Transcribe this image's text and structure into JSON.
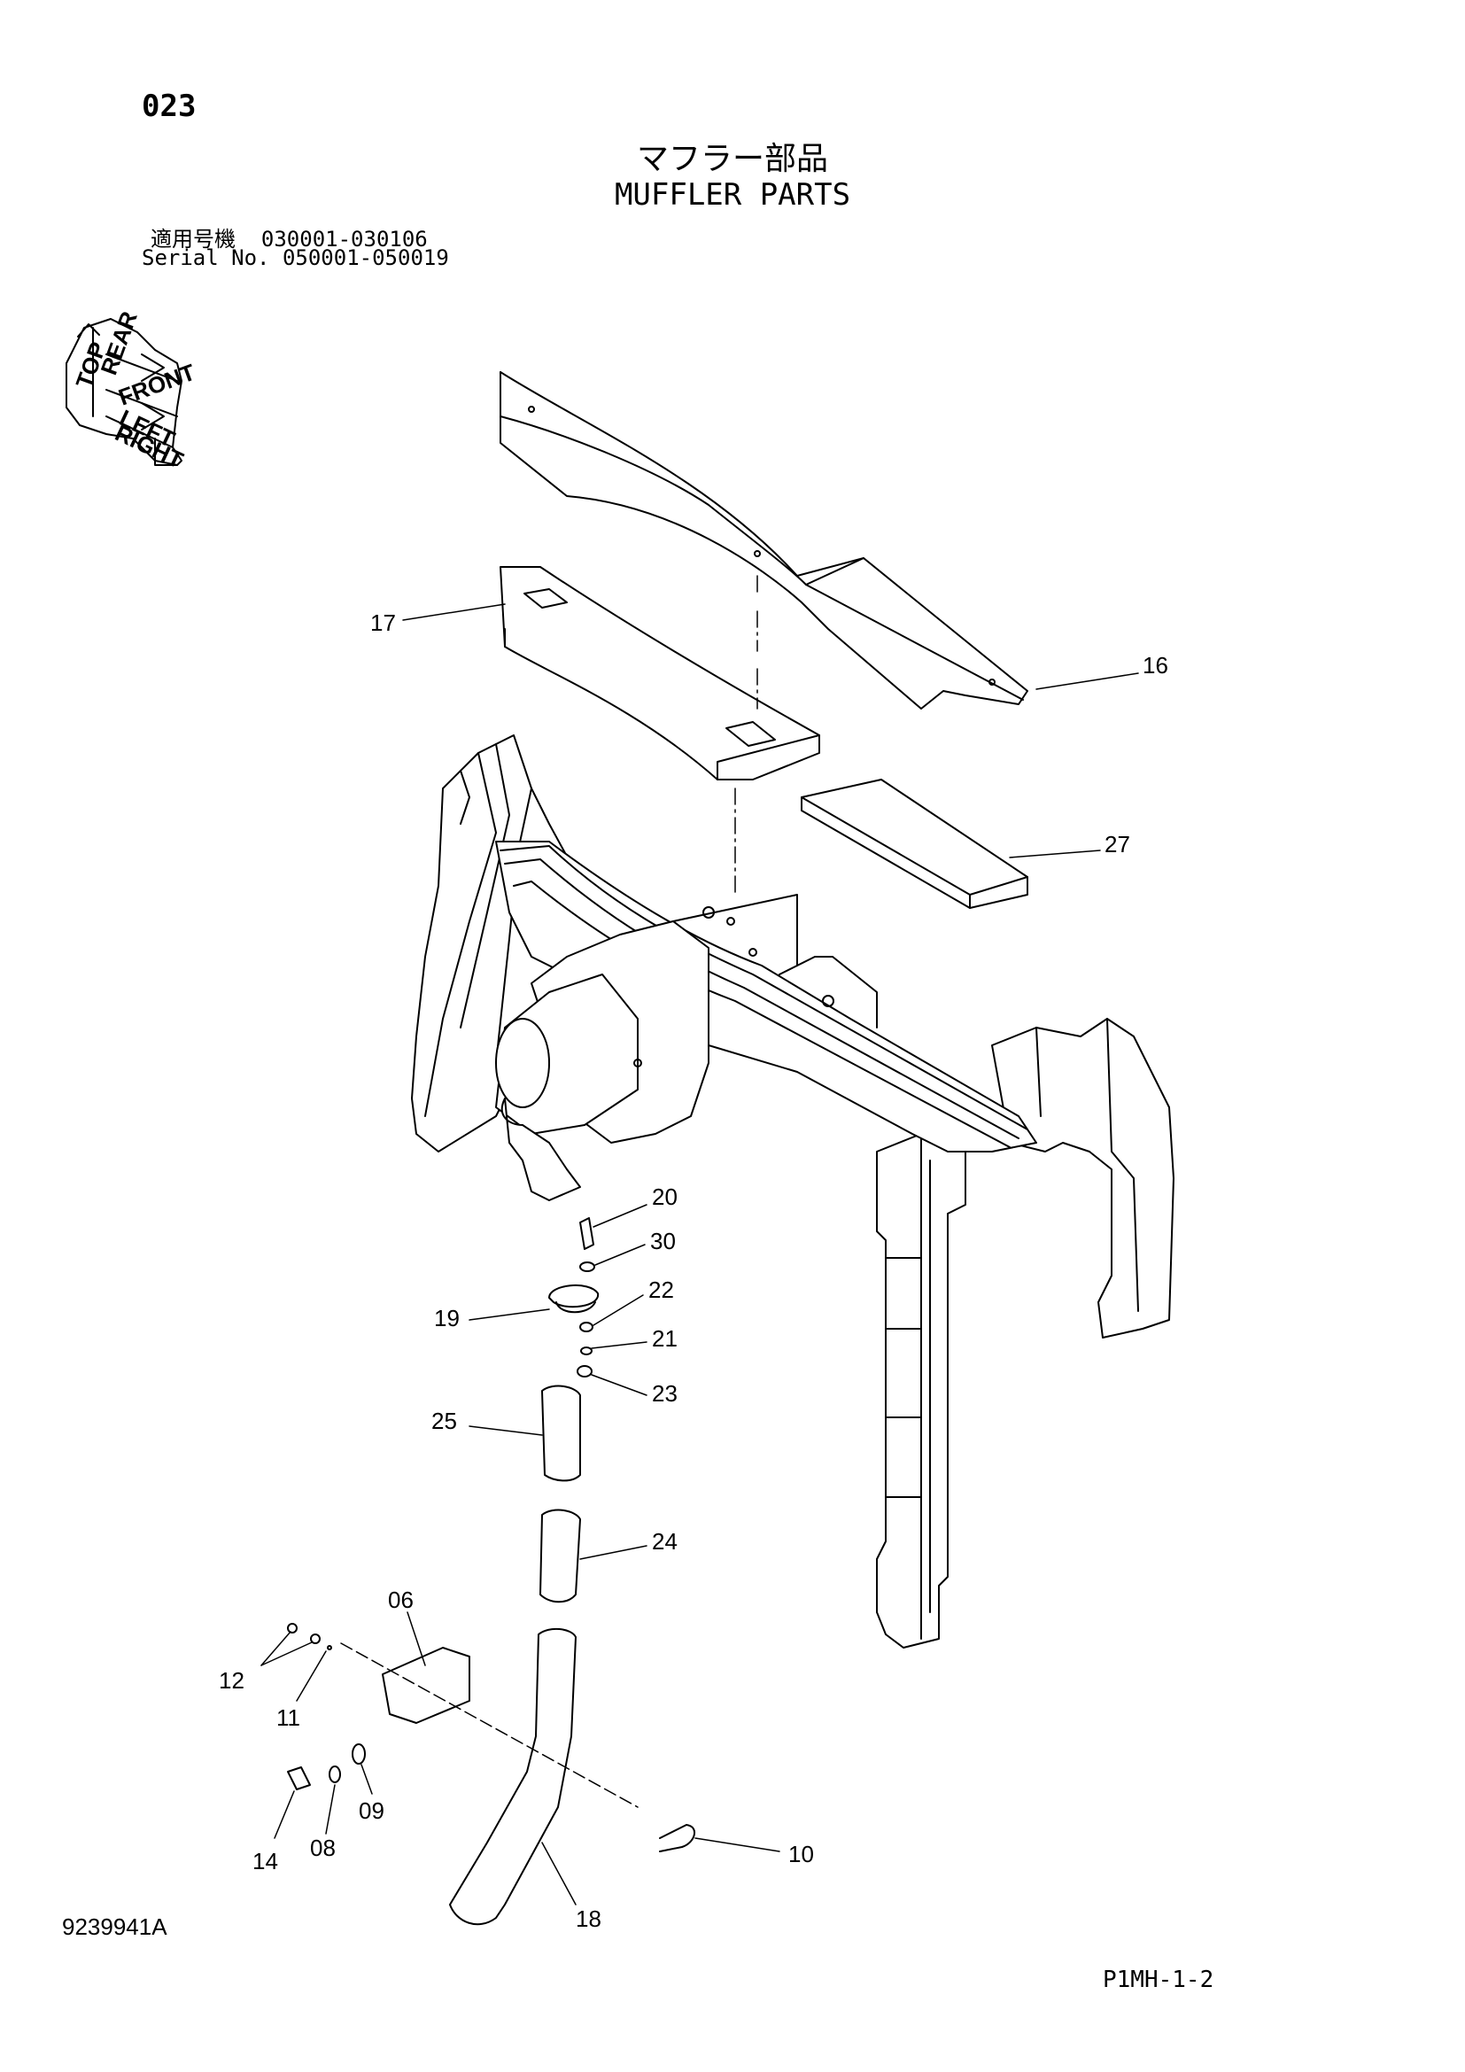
{
  "page_number": "023",
  "title_jp": "マフラー部品",
  "title_en": "MUFFLER PARTS",
  "serial_jp_label": "適用号機",
  "serial_jp_value": "030001-030106",
  "serial_en_label": "Serial No.",
  "serial_en_value": "050001-050019",
  "orientation_labels": [
    "TOP",
    "REAR",
    "FRONT",
    "LEFT",
    "RIGHT"
  ],
  "callouts": {
    "c16": "16",
    "c17": "17",
    "c27": "27",
    "c20": "20",
    "c30": "30",
    "c22": "22",
    "c19": "19",
    "c21": "21",
    "c23": "23",
    "c25": "25",
    "c24": "24",
    "c06": "06",
    "c12": "12",
    "c11": "11",
    "c14": "14",
    "c08": "08",
    "c09": "09",
    "c10": "10",
    "c18": "18"
  },
  "drawing_number": "9239941A",
  "sheet_code": "P1MH-1-2"
}
